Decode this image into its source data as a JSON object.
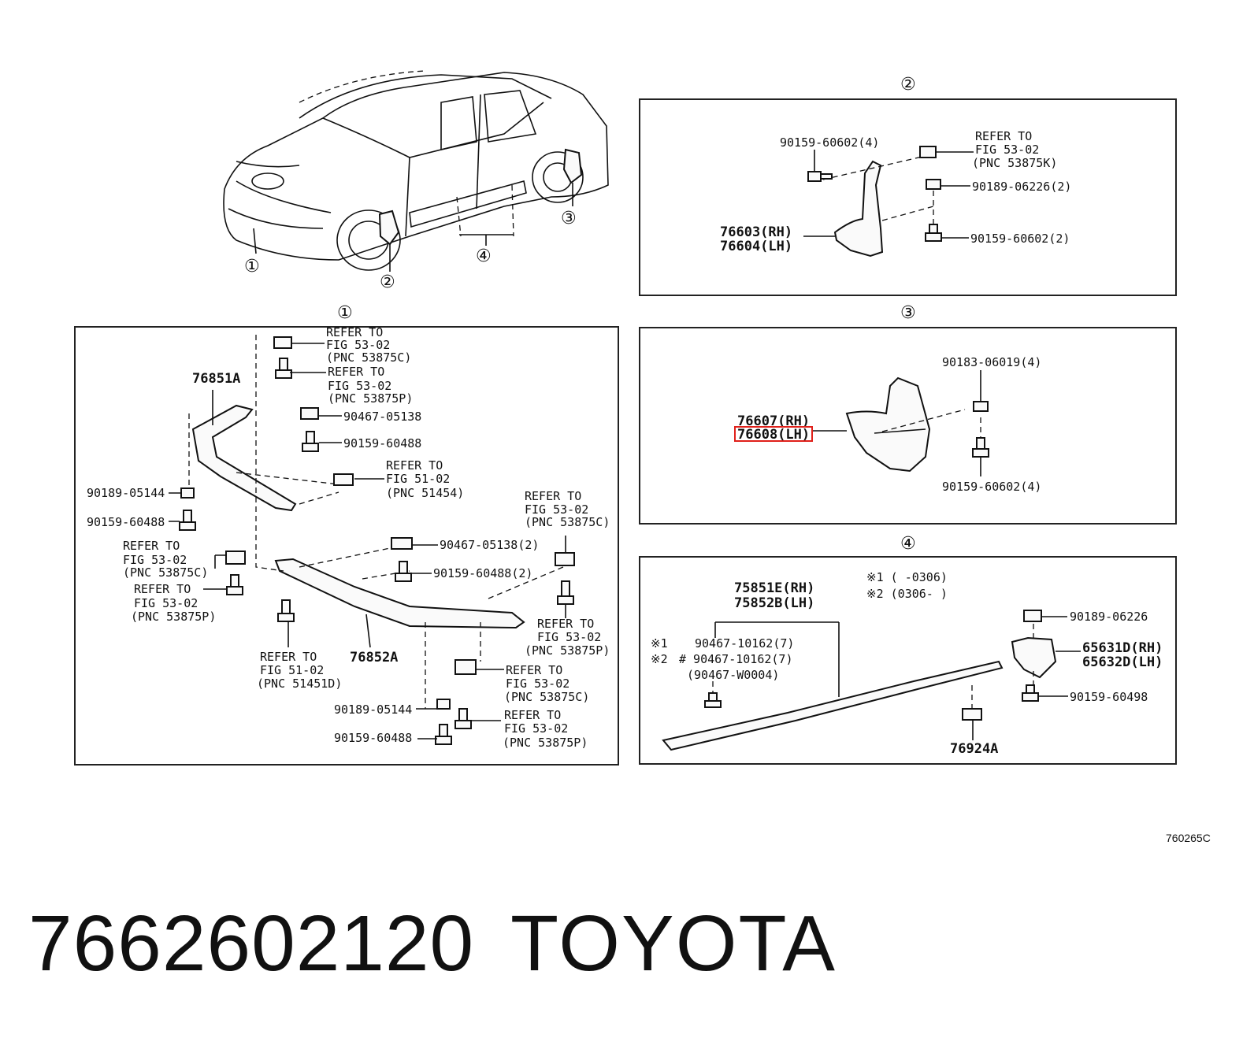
{
  "circled": [
    "①",
    "②",
    "③",
    "④"
  ],
  "overview": {
    "markers": [
      "①",
      "②",
      "③",
      "④"
    ]
  },
  "panel1": {
    "title": "①",
    "parts": {
      "p76851A": "76851A",
      "p76852A": "76852A",
      "p90467_05138": "90467-05138",
      "p90159_60488_a": "90159-60488",
      "p90189_05144_a": "90189-05144",
      "p90159_60488_b": "90159-60488",
      "p90467_05138_2": "90467-05138(2)",
      "p90159_60488_2": "90159-60488(2)",
      "p90189_05144_b": "90189-05144",
      "p90159_60488_c": "90159-60488"
    },
    "refs": {
      "r1": [
        "REFER TO",
        "FIG 53-02",
        "(PNC 53875C)"
      ],
      "r2": [
        "REFER TO",
        "FIG 53-02",
        "(PNC 53875P)"
      ],
      "r3": [
        "REFER TO",
        "FIG 51-02",
        "(PNC 51454)"
      ],
      "r4": [
        "REFER TO",
        "FIG 53-02",
        "(PNC 53875C)"
      ],
      "r5": [
        "REFER TO",
        "FIG 53-02",
        "(PNC 53875C)"
      ],
      "r6": [
        "REFER TO",
        "FIG 53-02",
        "(PNC 53875P)"
      ],
      "r7": [
        "REFER TO",
        "FIG 53-02",
        "(PNC 53875P)"
      ],
      "r8": [
        "REFER TO",
        "FIG 51-02",
        "(PNC 51451D)"
      ],
      "r9": [
        "REFER TO",
        "FIG 53-02",
        "(PNC 53875C)"
      ],
      "r10": [
        "REFER TO",
        "FIG 53-02",
        "(PNC 53875P)"
      ]
    }
  },
  "panel2": {
    "title": "②",
    "parts": {
      "p90159_60602_4": "90159-60602(4)",
      "p90189_06226_2": "90189-06226(2)",
      "p90159_60602_2": "90159-60602(2)",
      "p76603": "76603(RH)",
      "p76604": "76604(LH)"
    },
    "ref": [
      "REFER TO",
      "FIG 53-02",
      "(PNC 53875K)"
    ]
  },
  "panel3": {
    "title": "③",
    "parts": {
      "p90183_06019_4": "90183-06019(4)",
      "p76607": "76607(RH)",
      "p76608": "76608(LH)",
      "p90159_60602_4": "90159-60602(4)"
    }
  },
  "panel4": {
    "title": "④",
    "parts": {
      "p75851E": "75851E(RH)",
      "p75852B": "75852B(LH)",
      "note1": "※1  (     -0306)",
      "note2": "※2  (0306-     )",
      "mark1": "※1",
      "mark2": "※2",
      "p90467_10162_a": "90467-10162(7)",
      "p90467_10162_b": "# 90467-10162(7)",
      "p90467_W0004": "(90467-W0004)",
      "p90189_06226": "90189-06226",
      "p65631D": "65631D(RH)",
      "p65632D": "65632D(LH)",
      "p90159_60498": "90159-60498",
      "p76924A": "76924A"
    }
  },
  "footer": {
    "diagram_code": "760265C",
    "part_number": "7662602120",
    "brand": "TOYOTA"
  }
}
